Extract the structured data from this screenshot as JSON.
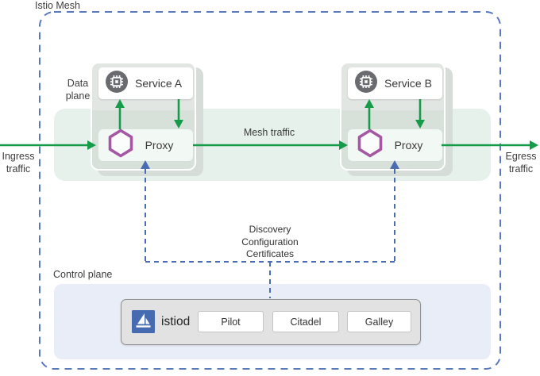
{
  "diagram": {
    "title": "Istio Mesh",
    "data_plane": {
      "line1": "Data",
      "line2": "plane"
    },
    "control_plane_label": "Control plane",
    "mesh_traffic_label": "Mesh traffic",
    "ingress": {
      "line1": "Ingress",
      "line2": "traffic"
    },
    "egress": {
      "line1": "Egress",
      "line2": "traffic"
    },
    "config_flow": {
      "lines": [
        "Discovery",
        "Configuration",
        "Certificates"
      ]
    },
    "pods": [
      {
        "service": "Service A",
        "proxy": "Proxy"
      },
      {
        "service": "Service B",
        "proxy": "Proxy"
      }
    ],
    "control_plane": {
      "istiod_label": "istiod",
      "components": [
        "Pilot",
        "Citadel",
        "Galley"
      ]
    },
    "colors": {
      "mesh_border_blue": "#5a79bd",
      "config_dash_blue": "#4a6cb3",
      "traffic_green": "#169b4a",
      "envoy_purple": "#a458a4",
      "service_icon_gray": "#6a6b6e",
      "istio_logo_blue": "#466bb0",
      "mesh_band_green": "#e5f1ea",
      "control_plane_bg": "#e9edf8",
      "pod_card_gray": "#d7e0d9"
    }
  }
}
